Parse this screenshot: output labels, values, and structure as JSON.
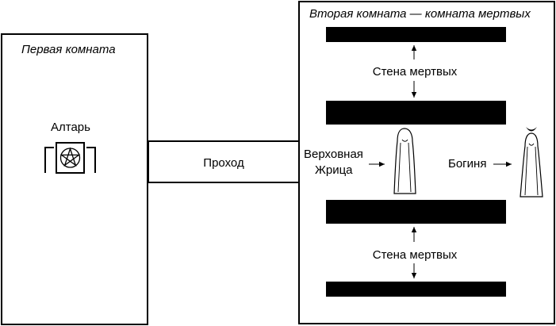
{
  "first_room": {
    "title": "Первая комната",
    "altar_label": "Алтарь"
  },
  "passage": {
    "label": "Проход"
  },
  "second_room": {
    "title": "Вторая комната — комната мертвых",
    "wall_top_label": "Стена мертвых",
    "wall_bottom_label": "Стена мертвых",
    "priestess_label_line1": "Верховная",
    "priestess_label_line2": "Жрица",
    "goddess_label": "Богиня"
  },
  "icons": [
    "pentacle-icon",
    "arrow-icon",
    "robed-figure-icon",
    "crescent-icon"
  ],
  "colors": {
    "ink": "#000000",
    "background": "#ffffff"
  }
}
